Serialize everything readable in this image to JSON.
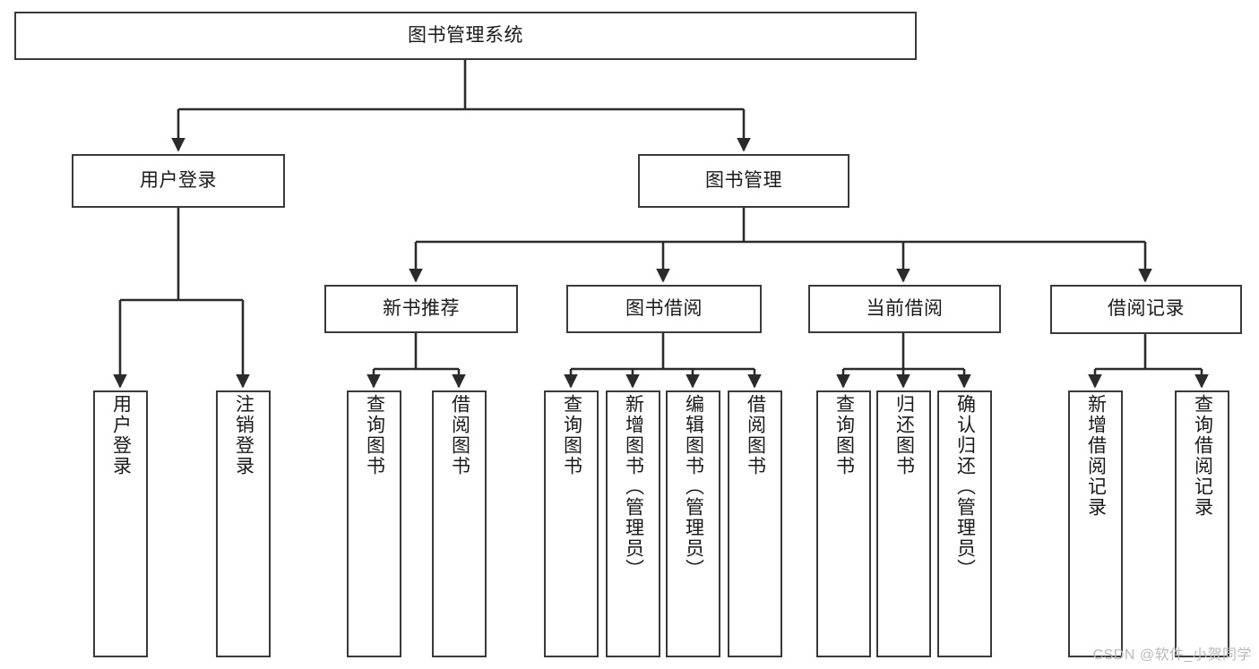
{
  "diagram": {
    "title": "图书管理系统",
    "type": "tree-hierarchy",
    "colors": {
      "border": "#3a3a3a",
      "background": "#ffffff",
      "text": "#1a1a1a",
      "connector": "#2b2b2b",
      "watermark": "#b9b9b9"
    },
    "root": {
      "label": "图书管理系统"
    },
    "level2": [
      {
        "label": "用户登录"
      },
      {
        "label": "图书管理"
      }
    ],
    "level3": [
      {
        "label": "新书推荐"
      },
      {
        "label": "图书借阅"
      },
      {
        "label": "当前借阅"
      },
      {
        "label": "借阅记录"
      }
    ],
    "leaves": {
      "user_login": [
        {
          "label": "用户登录"
        },
        {
          "label": "注销登录"
        }
      ],
      "new_book_recommend": [
        {
          "label": "查询图书"
        },
        {
          "label": "借阅图书"
        }
      ],
      "book_borrow": [
        {
          "label": "查询图书"
        },
        {
          "label": "新增图书（管理员）"
        },
        {
          "label": "编辑图书（管理员）"
        },
        {
          "label": "借阅图书"
        }
      ],
      "current_borrow": [
        {
          "label": "查询图书"
        },
        {
          "label": "归还图书"
        },
        {
          "label": "确认归还（管理员）"
        }
      ],
      "borrow_record": [
        {
          "label": "新增借阅记录"
        },
        {
          "label": "查询借阅记录"
        }
      ]
    }
  },
  "watermark": {
    "text": "CSDN @软件_小贺同学"
  }
}
